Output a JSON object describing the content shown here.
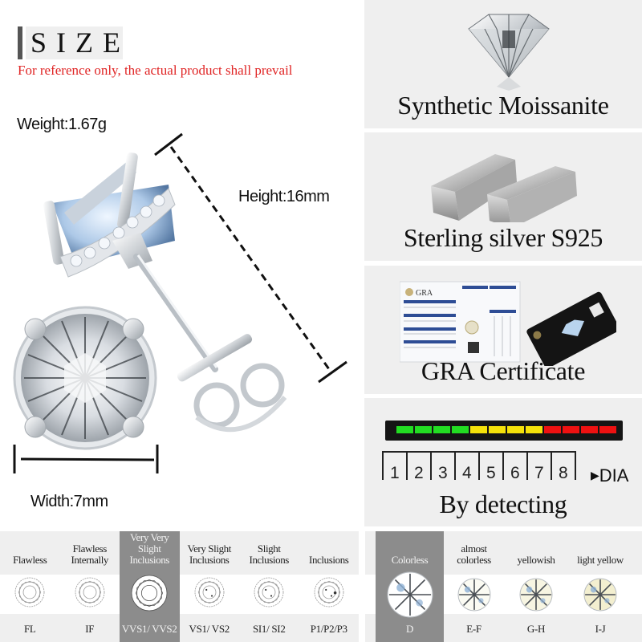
{
  "size_section": {
    "title": "SIZE",
    "note": "For reference only, the actual product shall prevail",
    "weight": "Weight:1.67g",
    "height": "Height:16mm",
    "width": "Width:7mm",
    "note_color": "#e02424"
  },
  "feature_panels": [
    {
      "title": "Synthetic Moissanite",
      "image": "diamond-image"
    },
    {
      "title": "Sterling silver S925",
      "image": "silver-bars-image"
    },
    {
      "title": "GRA Certificate",
      "image": "gra-certificate-image"
    },
    {
      "title": "By detecting",
      "image": "diamond-tester-image"
    }
  ],
  "detector": {
    "segments": [
      "#22dd22",
      "#22dd22",
      "#22dd22",
      "#22dd22",
      "#f5e20a",
      "#f5e20a",
      "#f5e20a",
      "#f5e20a",
      "#ee1111",
      "#ee1111",
      "#ee1111",
      "#ee1111"
    ],
    "scale": [
      "1",
      "2",
      "3",
      "4",
      "5",
      "6",
      "7",
      "8"
    ],
    "end_label": "DIA"
  },
  "clarity_chart": {
    "columns": [
      {
        "label": "Flawless",
        "code": "FL",
        "highlight": false,
        "dots": 0
      },
      {
        "label": "Flawless Internally",
        "code": "IF",
        "highlight": false,
        "dots": 0
      },
      {
        "label": "Very Very Slight Inclusions",
        "code": "VVS1/ VVS2",
        "highlight": true,
        "dots": 0
      },
      {
        "label": "Very Slight Inclusions",
        "code": "VS1/ VS2",
        "highlight": false,
        "dots": 2
      },
      {
        "label": "Slight Inclusions",
        "code": "SI1/ SI2",
        "highlight": false,
        "dots": 2
      },
      {
        "label": "Inclusions",
        "code": "P1/P2/P3",
        "highlight": false,
        "dots": 3
      }
    ]
  },
  "color_chart": {
    "columns": [
      {
        "label": "Colorless",
        "code": "D",
        "highlight": true,
        "tint": "#ffffff"
      },
      {
        "label": "almost colorless",
        "code": "E-F",
        "highlight": false,
        "tint": "#fbfbf3"
      },
      {
        "label": "yellowish",
        "code": "G-H",
        "highlight": false,
        "tint": "#f7f5e2"
      },
      {
        "label": "light yellow",
        "code": "I-J",
        "highlight": false,
        "tint": "#f3efd0"
      }
    ]
  }
}
